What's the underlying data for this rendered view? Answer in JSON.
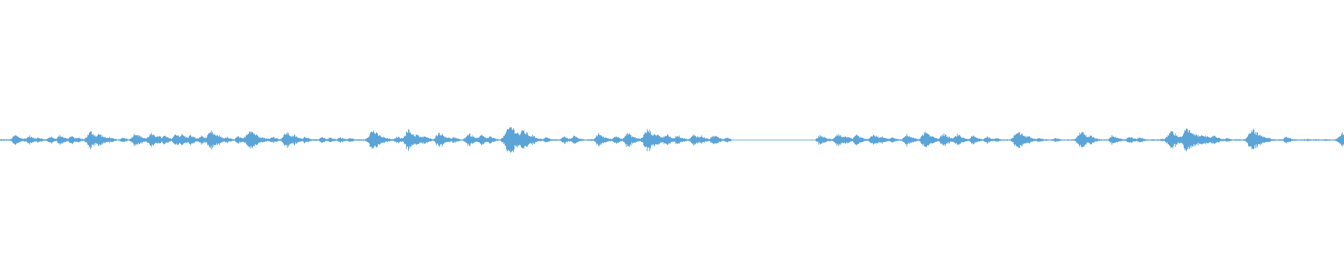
{
  "waveform": {
    "color": "#5ba4d8",
    "background": "#ffffff",
    "bursts": [
      [
        0.04,
        0.05
      ],
      [
        0.22,
        0.35
      ],
      [
        0.36,
        0.12
      ],
      [
        0.42,
        0.3
      ],
      [
        0.54,
        0.2
      ],
      [
        0.72,
        0.25
      ],
      [
        0.86,
        0.35
      ],
      [
        1.02,
        0.28
      ],
      [
        1.11,
        0.18
      ],
      [
        1.3,
        0.6
      ],
      [
        1.42,
        0.45
      ],
      [
        1.56,
        0.22
      ],
      [
        1.76,
        0.18
      ],
      [
        1.94,
        0.5
      ],
      [
        2.16,
        0.45
      ],
      [
        2.25,
        0.35
      ],
      [
        2.35,
        0.3
      ],
      [
        2.52,
        0.45
      ],
      [
        2.6,
        0.4
      ],
      [
        2.72,
        0.35
      ],
      [
        2.88,
        0.3
      ],
      [
        3.02,
        0.6
      ],
      [
        3.12,
        0.35
      ],
      [
        3.24,
        0.2
      ],
      [
        3.4,
        0.25
      ],
      [
        3.58,
        0.75
      ],
      [
        3.66,
        0.3
      ],
      [
        3.9,
        0.25
      ],
      [
        4.1,
        0.55
      ],
      [
        4.2,
        0.35
      ],
      [
        4.36,
        0.25
      ],
      [
        4.6,
        0.2
      ],
      [
        4.72,
        0.18
      ],
      [
        4.86,
        0.2
      ],
      [
        5.0,
        0.15
      ],
      [
        5.33,
        0.7
      ],
      [
        5.44,
        0.3
      ],
      [
        5.68,
        0.25
      ],
      [
        5.84,
        0.7
      ],
      [
        5.95,
        0.4
      ],
      [
        6.06,
        0.3
      ],
      [
        6.28,
        0.55
      ],
      [
        6.48,
        0.2
      ],
      [
        6.7,
        0.45
      ],
      [
        6.88,
        0.35
      ],
      [
        7.0,
        0.25
      ],
      [
        7.3,
        1.0
      ],
      [
        7.38,
        0.45
      ],
      [
        7.48,
        0.7
      ],
      [
        7.6,
        0.35
      ],
      [
        7.8,
        0.2
      ],
      [
        8.06,
        0.25
      ],
      [
        8.2,
        0.3
      ],
      [
        8.56,
        0.45
      ],
      [
        8.8,
        0.3
      ],
      [
        8.97,
        0.5
      ],
      [
        9.26,
        0.75
      ],
      [
        9.38,
        0.45
      ],
      [
        9.52,
        0.4
      ],
      [
        9.68,
        0.35
      ],
      [
        9.92,
        0.4
      ],
      [
        10.02,
        0.3
      ],
      [
        10.2,
        0.35
      ],
      [
        10.38,
        0.2
      ],
      [
        10.7,
        0.05
      ],
      [
        11.1,
        0.04
      ],
      [
        11.52,
        0.03
      ],
      [
        11.72,
        0.35
      ],
      [
        11.97,
        0.45
      ],
      [
        12.08,
        0.3
      ],
      [
        12.24,
        0.35
      ],
      [
        12.48,
        0.4
      ],
      [
        12.6,
        0.25
      ],
      [
        12.74,
        0.2
      ],
      [
        12.96,
        0.4
      ],
      [
        13.22,
        0.55
      ],
      [
        13.32,
        0.3
      ],
      [
        13.48,
        0.45
      ],
      [
        13.68,
        0.4
      ],
      [
        13.9,
        0.3
      ],
      [
        14.1,
        0.25
      ],
      [
        14.24,
        0.15
      ],
      [
        14.55,
        0.65
      ],
      [
        14.68,
        0.3
      ],
      [
        14.84,
        0.15
      ],
      [
        15.08,
        0.15
      ],
      [
        15.45,
        0.6
      ],
      [
        15.58,
        0.3
      ],
      [
        15.9,
        0.35
      ],
      [
        16.14,
        0.25
      ],
      [
        16.28,
        0.2
      ],
      [
        16.6,
        0.1
      ],
      [
        16.74,
        0.65
      ],
      [
        16.96,
        0.8
      ],
      [
        17.08,
        0.45
      ],
      [
        17.18,
        0.45
      ],
      [
        17.34,
        0.35
      ],
      [
        17.52,
        0.15
      ],
      [
        17.7,
        0.05
      ],
      [
        17.9,
        0.75
      ],
      [
        18.12,
        0.15
      ],
      [
        18.38,
        0.25
      ],
      [
        18.68,
        0.08
      ],
      [
        18.94,
        0.06
      ],
      [
        19.17,
        0.5
      ]
    ]
  }
}
